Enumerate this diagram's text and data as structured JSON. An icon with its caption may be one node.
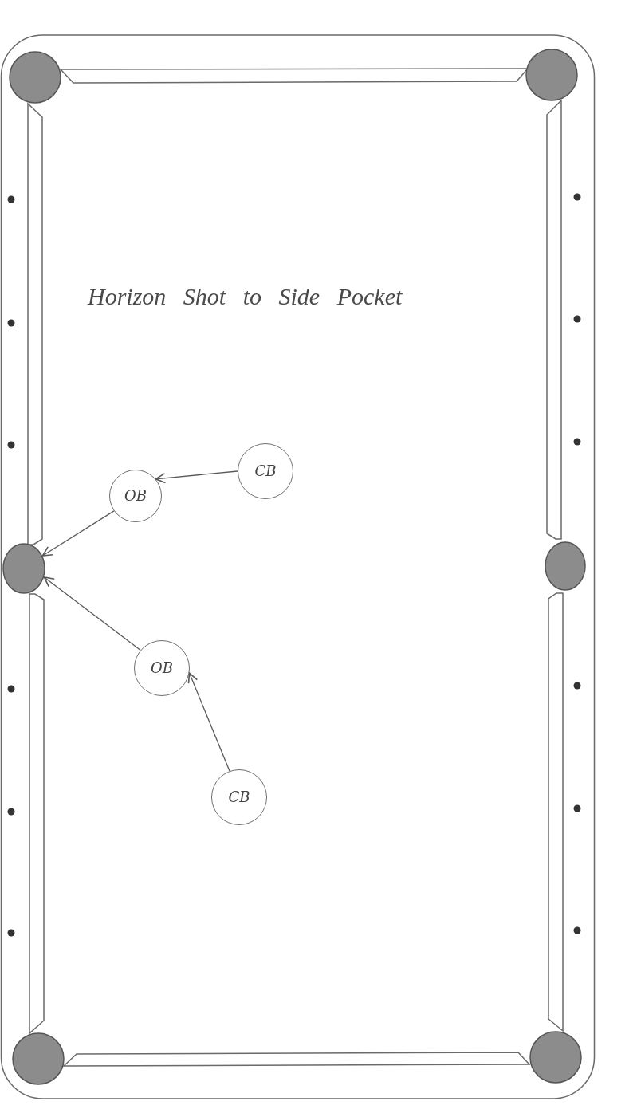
{
  "diagram": {
    "title": "Horizon Shot to Side Pocket",
    "nodes": [
      {
        "text": [],
        "shape": "circle"
      },
      {
        "text": [],
        "shape": "circle"
      },
      {
        "text": [
          "CB"
        ]
      },
      {
        "text": [
          "OB"
        ]
      },
      {
        "text": [],
        "shape": "circle"
      },
      {
        "text": [],
        "shape": "circle"
      },
      {
        "text": [
          "OB"
        ]
      },
      {
        "text": [
          "CB"
        ]
      },
      {
        "text": [],
        "shape": "circle"
      },
      {
        "text": [],
        "shape": "circle"
      }
    ],
    "edges": [
      {
        "from": 2,
        "to": 3,
        "arrow": "to"
      },
      {
        "from": 3,
        "to": 4,
        "arrow": "to"
      },
      {
        "from": 7,
        "to": 6,
        "arrow": "to"
      },
      {
        "from": 6,
        "to": 4,
        "arrow": "to"
      }
    ]
  }
}
